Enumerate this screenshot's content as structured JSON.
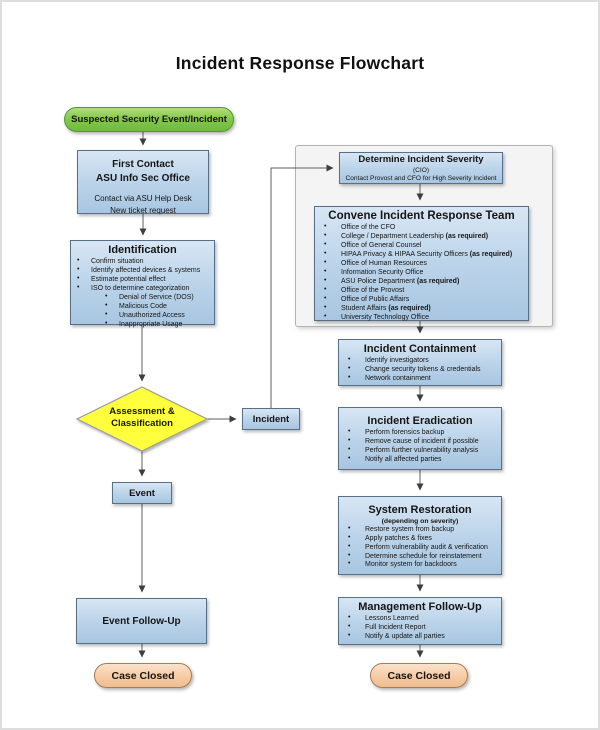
{
  "page": {
    "title": "Incident Response Flowchart"
  },
  "colors": {
    "node_blue_top": "#d8e6f4",
    "node_blue_bottom": "#a8c6e1",
    "node_border": "#56708a",
    "start_green": "#6fba3e",
    "diamond_yellow": "#ffff3d",
    "end_orange": "#f5c9a1",
    "panel_gray": "#f4f4f4",
    "connector_gray": "#5f5f5f"
  },
  "nodes": {
    "start": {
      "label": "Suspected Security Event/Incident"
    },
    "first_contact": {
      "title_line1": "First Contact",
      "title_line2": "ASU Info Sec Office",
      "detail_line1": "Contact via ASU Help Desk",
      "detail_line2": "New ticket request"
    },
    "identification": {
      "title": "Identification",
      "bullets": [
        "Confirm situation",
        "Identify affected devices & systems",
        "Estimate potential effect",
        "ISO to determine categorization"
      ],
      "sub_bullets": [
        "Denial of Service (DOS)",
        "Malicious Code",
        "Unauthorized Access",
        "Inappropriate Usage"
      ]
    },
    "assessment": {
      "label_line1": "Assessment &",
      "label_line2": "Classification"
    },
    "incident": {
      "label": "Incident"
    },
    "event": {
      "label": "Event"
    },
    "event_followup": {
      "label": "Event Follow-Up"
    },
    "case_closed_left": {
      "label": "Case Closed"
    },
    "determine_severity": {
      "title": "Determine Incident Severity",
      "subtitle": "(CIO)",
      "note": "Contact Provost and CFO for High Severity Incident"
    },
    "convene_team": {
      "title": "Convene Incident Response Team",
      "bullets": [
        "Office of the CFO",
        {
          "text": "College / Department Leadership",
          "bold": "(as required)"
        },
        "Office of General Counsel",
        {
          "text": "HIPAA Privacy & HIPAA Security Officers",
          "bold": "(as required)"
        },
        "Office of Human Resources",
        "Information Security Office",
        {
          "text": "ASU Police Department",
          "bold": "(as required)"
        },
        "Office of the Provost",
        "Office of Public Affairs",
        {
          "text": "Student Affairs",
          "bold": "(as required)"
        },
        "University Technology Office"
      ]
    },
    "containment": {
      "title": "Incident Containment",
      "bullets": [
        "Identify investigators",
        "Change security tokens & credentials",
        "Network containment"
      ]
    },
    "eradication": {
      "title": "Incident Eradication",
      "bullets": [
        "Perform forensics backup",
        "Remove cause of incident if possible",
        "Perform further vulnerability analysis",
        "Notify all affected parties"
      ]
    },
    "restoration": {
      "title": "System Restoration",
      "subtitle": "(depending on severity)",
      "bullets": [
        "Restore system from backup",
        "Apply patches & fixes",
        "Perform vulnerability audit & verification",
        "Determine schedule for reinstatement",
        "Monitor system for backdoors"
      ]
    },
    "management": {
      "title": "Management Follow-Up",
      "bullets": [
        "Lessons Learned",
        "Full Incident Report",
        "Notify & update all parties"
      ]
    },
    "case_closed_right": {
      "label": "Case Closed"
    }
  }
}
